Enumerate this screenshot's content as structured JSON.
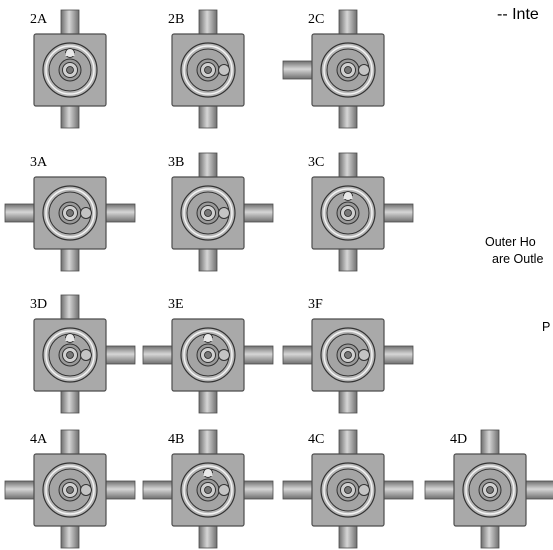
{
  "side_text": {
    "title": "-- Inte",
    "line1": "Outer Ho",
    "line2": "are Outle",
    "line3": "P"
  },
  "colors": {
    "body": "#a9a9a9",
    "body_edge": "#4d4d4d",
    "pipe": "#8f8f8f",
    "pipe_light": "#d6d6d6",
    "background": "#ffffff"
  },
  "configs": [
    {
      "label": "2A",
      "ports": [
        "top",
        "bottom"
      ],
      "inner_holes": [
        "top-small"
      ]
    },
    {
      "label": "2B",
      "ports": [
        "top",
        "bottom"
      ],
      "inner_holes": [
        "right"
      ]
    },
    {
      "label": "2C",
      "ports": [
        "top",
        "bottom",
        "left"
      ],
      "inner_holes": [
        "right"
      ]
    },
    {
      "label": "3A",
      "ports": [
        "left",
        "right",
        "bottom"
      ],
      "inner_holes": [
        "right"
      ]
    },
    {
      "label": "3B",
      "ports": [
        "top",
        "right",
        "bottom"
      ],
      "inner_holes": [
        "right"
      ]
    },
    {
      "label": "3C",
      "ports": [
        "top",
        "right",
        "bottom"
      ],
      "inner_holes": [
        "top-small"
      ]
    },
    {
      "label": "3D",
      "ports": [
        "top",
        "right",
        "bottom"
      ],
      "inner_holes": [
        "top-small",
        "right"
      ]
    },
    {
      "label": "3E",
      "ports": [
        "left",
        "right",
        "bottom"
      ],
      "inner_holes": [
        "top-small",
        "right"
      ]
    },
    {
      "label": "3F",
      "ports": [
        "left",
        "right",
        "bottom"
      ],
      "inner_holes": [
        "right"
      ]
    },
    {
      "label": "4A",
      "ports": [
        "top",
        "left",
        "right",
        "bottom"
      ],
      "inner_holes": [
        "right"
      ]
    },
    {
      "label": "4B",
      "ports": [
        "top",
        "left",
        "right",
        "bottom"
      ],
      "inner_holes": [
        "top-small",
        "right"
      ]
    },
    {
      "label": "4C",
      "ports": [
        "top",
        "left",
        "right",
        "bottom"
      ],
      "inner_holes": [
        "right"
      ]
    },
    {
      "label": "4D",
      "ports": [
        "top",
        "left",
        "right",
        "bottom"
      ],
      "inner_holes": []
    }
  ]
}
